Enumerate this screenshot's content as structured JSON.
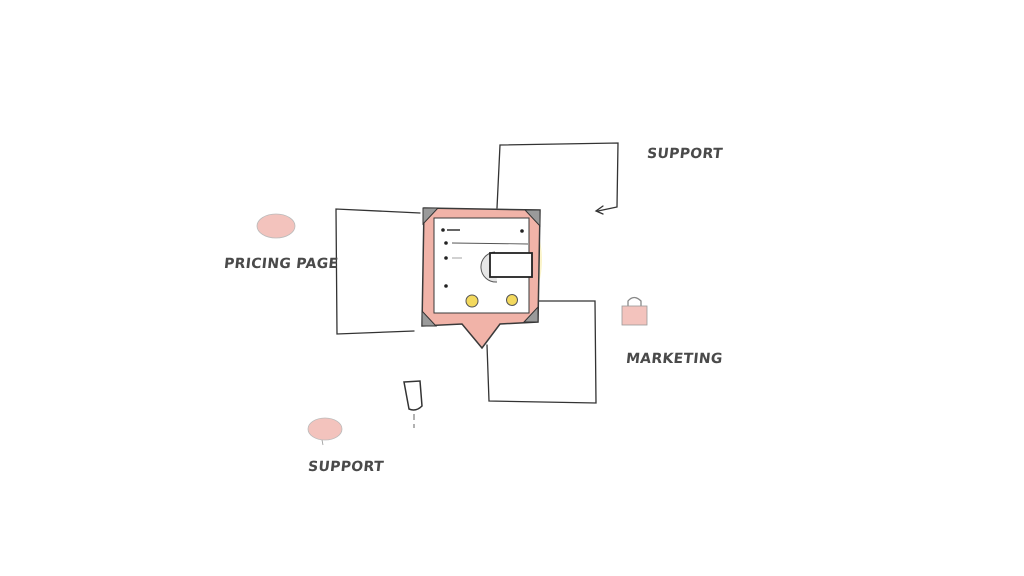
{
  "diagram": {
    "style": "hand-drawn sketch",
    "center_node": {
      "name": "web-page-sticker",
      "colors": {
        "frame": "#f0b4aa",
        "highlight": "#f5e27a",
        "ink": "#333333"
      }
    },
    "labels": {
      "pricing_page": "PRICING PAGE",
      "support_top": "SUPPORT",
      "marketing": "MARKETING",
      "support_bottom": "SUPPORT"
    },
    "icons": {
      "pricing_page": "speech-bubble-icon",
      "support_top": "connector-arrow-icon",
      "marketing": "padlock-icon",
      "support_bottom": "speech-bubble-icon",
      "misc": "phone-icon"
    },
    "colors": {
      "accent": "#f3c3bd",
      "text": "#4a4a4a",
      "line": "#333333"
    }
  }
}
